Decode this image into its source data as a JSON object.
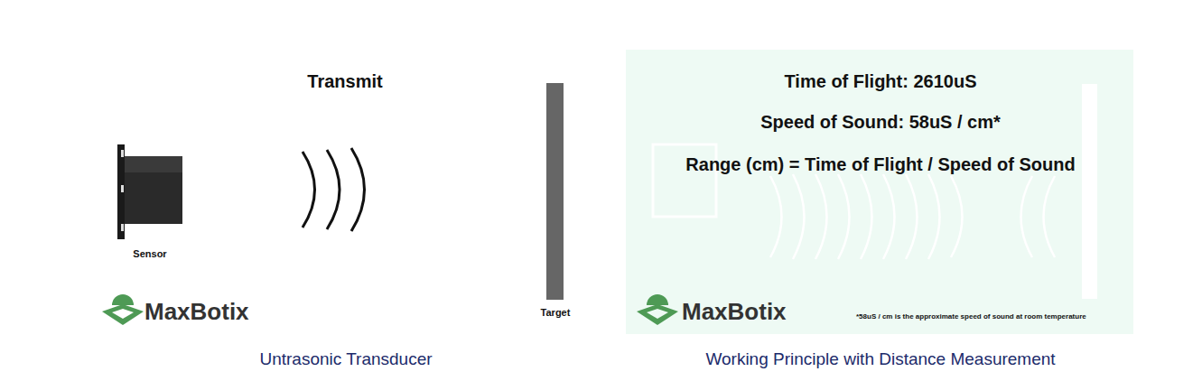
{
  "diagram": {
    "nodes": [
      {
        "text": [
          "Sensor"
        ]
      },
      {
        "text": [
          "Target"
        ]
      },
      {
        "text": [
          "Time of Flight: 2610uS",
          "Speed of Sound: 58uS / cm*",
          "Range (cm) = Time of Flight / Speed of Sound",
          "MaxBotix",
          "*58uS / cm is the approximate speed of sound at room temperature"
        ]
      }
    ],
    "labels": [
      "Transmit",
      "MaxBotix",
      "Untrasonic Transducer",
      "Working Principle with Distance Measurement"
    ]
  }
}
